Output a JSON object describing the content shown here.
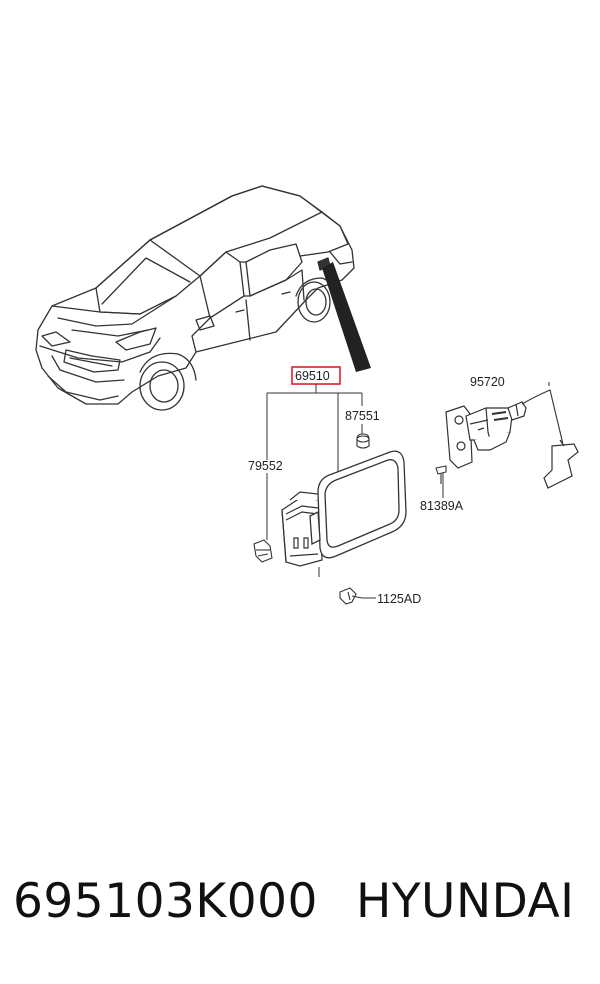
{
  "diagram": {
    "callouts": {
      "assembly": "69510",
      "spring": "87551",
      "bumper": "79552",
      "actuator": "95720",
      "screw": "81389A",
      "bolt": "1125AD"
    },
    "highlight_color": "#e0202a",
    "line_color": "#333333"
  },
  "caption": {
    "part_number": "695103K000",
    "brand": "HYUNDAI"
  }
}
